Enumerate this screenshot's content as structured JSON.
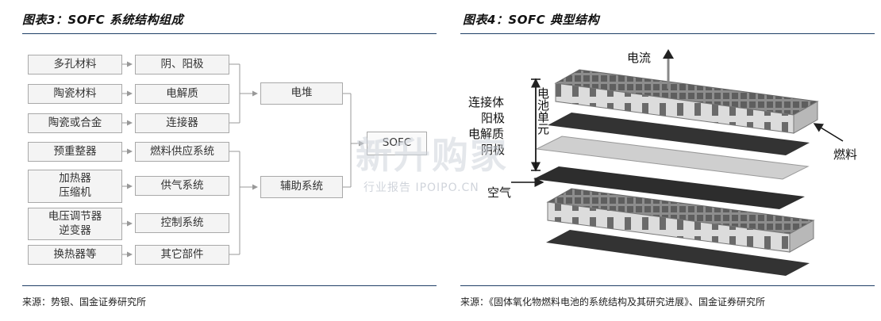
{
  "left_panel": {
    "title": "图表3：SOFC 系统结构组成",
    "source": "来源：势银、国金证券研究所",
    "col1": [
      "多孔材料",
      "陶瓷材料",
      "陶瓷或合金",
      "预重整器",
      "加热器\n压缩机",
      "电压调节器\n逆变器",
      "换热器等"
    ],
    "col2": [
      "阴、阳极",
      "电解质",
      "连接器",
      "燃料供应系统",
      "供气系统",
      "控制系统",
      "其它部件"
    ],
    "stack": "电堆",
    "aux": "辅助系统",
    "system": "SOFC"
  },
  "right_panel": {
    "title": "图表4：SOFC 典型结构",
    "source": "来源：《固体氧化物燃料电池的系统结构及其研究进展》、国金证券研究所",
    "labels": {
      "current": "电流",
      "fuel": "燃料",
      "air": "空气",
      "cell": "电池单元",
      "interconnect": "连接体",
      "anode": "阳极",
      "electrolyte": "电解质",
      "cathode": "阴极"
    }
  },
  "watermark": {
    "main": "新升购家",
    "sub": "行业报告 IPOIPO.CN"
  },
  "colors": {
    "rule": "#1f3f66",
    "box_fill": "#f4f4f4",
    "box_border": "#a9a9a9",
    "connector": "#999999"
  }
}
